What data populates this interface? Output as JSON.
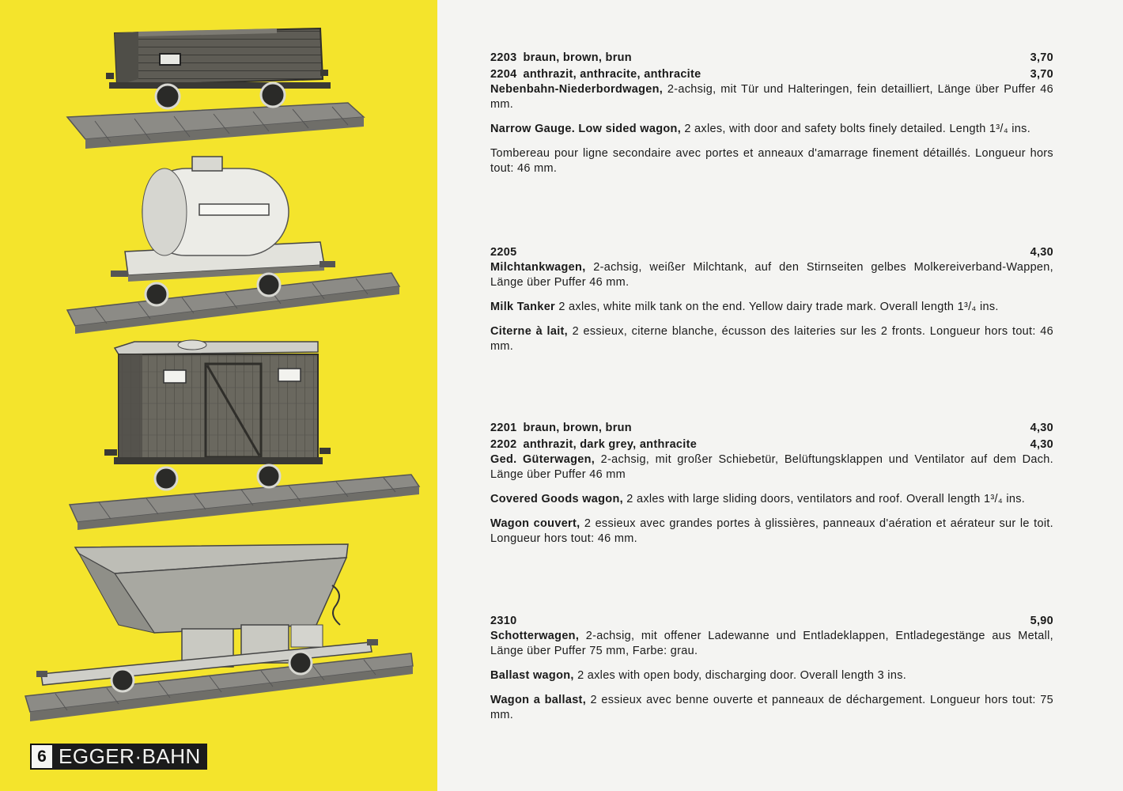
{
  "brand": {
    "page_number": "6",
    "name": "EGGER·BAHN"
  },
  "colors": {
    "panel": "#f4e42c",
    "page": "#f4f4f2",
    "text": "#1a1a1a"
  },
  "entries": [
    {
      "codes": [
        {
          "code": "2203",
          "label": "braun, brown, brun",
          "price": "3,70"
        },
        {
          "code": "2204",
          "label": "anthrazit, anthracite, anthracite",
          "price": "3,70"
        }
      ],
      "paragraphs": [
        {
          "lead": "Nebenbahn-Niederbordwagen,",
          "text": " 2-achsig, mit Tür und Halteringen, fein detailliert, Länge über Puffer 46 mm."
        },
        {
          "lead": "Narrow Gauge. Low sided wagon,",
          "text": " 2 axles, with door and safety bolts finely detailed. Length 1³/₄ ins."
        },
        {
          "lead": "",
          "text": "Tombereau pour ligne secondaire avec portes et anneaux d'amarrage finement détaillés. Longueur hors tout: 46 mm."
        }
      ]
    },
    {
      "codes": [
        {
          "code": "2205",
          "label": "",
          "price": "4,30"
        }
      ],
      "paragraphs": [
        {
          "lead": "Milchtankwagen,",
          "text": " 2-achsig, weißer Milchtank, auf den Stirnseiten gelbes Molkereiverband-Wappen, Länge über Puffer 46 mm."
        },
        {
          "lead": "Milk Tanker",
          "text": " 2 axles, white milk tank on the end. Yellow dairy trade mark. Overall length 1³/₄ ins."
        },
        {
          "lead": "Citerne à lait,",
          "text": " 2 essieux, citerne blanche, écusson des laiteries sur les 2 fronts. Longueur hors tout: 46 mm."
        }
      ]
    },
    {
      "codes": [
        {
          "code": "2201",
          "label": "braun, brown, brun",
          "price": "4,30"
        },
        {
          "code": "2202",
          "label": "anthrazit, dark grey, anthracite",
          "price": "4,30"
        }
      ],
      "paragraphs": [
        {
          "lead": "Ged. Güterwagen,",
          "text": " 2-achsig, mit großer Schiebetür, Belüftungsklappen und Ventilator auf dem Dach. Länge über Puffer 46 mm"
        },
        {
          "lead": "Covered Goods wagon,",
          "text": " 2 axles with large sliding doors, ventilators and roof. Overall length 1³/₄ ins."
        },
        {
          "lead": "Wagon couvert,",
          "text": " 2 essieux avec grandes portes à glissières, panneaux d'aération et aérateur sur le toit. Longueur hors tout: 46 mm."
        }
      ]
    },
    {
      "codes": [
        {
          "code": "2310",
          "label": "",
          "price": "5,90"
        }
      ],
      "paragraphs": [
        {
          "lead": "Schotterwagen,",
          "text": " 2-achsig, mit offener Ladewanne und Entladeklappen, Entladegestänge aus Metall, Länge über Puffer 75 mm, Farbe: grau."
        },
        {
          "lead": "Ballast wagon,",
          "text": " 2 axles with open body, discharging door. Overall length 3 ins."
        },
        {
          "lead": "Wagon a ballast,",
          "text": " 2 essieux avec benne ouverte et panneaux de déchargement. Longueur hors tout: 75 mm."
        }
      ]
    }
  ]
}
